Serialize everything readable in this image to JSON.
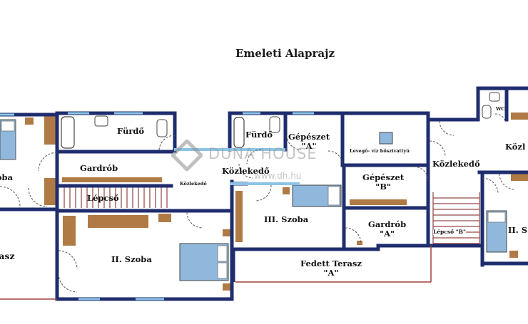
{
  "title": "Emeleti Alaprajz",
  "watermark": {
    "brand": "DUNA HOUSE",
    "url": "www.dh.hu"
  },
  "labels": {
    "furdo_left": "Fürdő",
    "furdo_mid": "Fürdő",
    "gardrob_left": "Gardrób",
    "lepcso": "Lépcső",
    "kozlekedo_small": "Közlekedő",
    "kozlekedo_mid": "Közlekedő",
    "szoba_left": "Szoba",
    "terasz_left": "Terasz",
    "szoba_ii": "II. Szoba",
    "gepeszet_a": "Gépészet\n\"A\"",
    "levego": "Levegő- víz hőszivattyú",
    "gepeszet_b": "Gépészet\n\"B\"",
    "szoba_iii": "III. Szoba",
    "gardrob_a": "Gardrób\n\"A\"",
    "fedett_terasz": "Fedett Terasz\n\"A\"",
    "kozlekedo_right": "Közlekedő",
    "kozl_cut": "Közl",
    "wc": "WC",
    "lepcso_b": "Lépcső \"B\"",
    "szoba_ii_cut": "II. S"
  },
  "colors": {
    "wall": "#1f2d6e",
    "door": "#5a5a5a",
    "furniture": "#b07a45",
    "bed": "#8fb8dc",
    "fixture": "#e6ecf2",
    "terrace_rail": "#a04040",
    "hidden_wall": "#8cc4e6"
  }
}
